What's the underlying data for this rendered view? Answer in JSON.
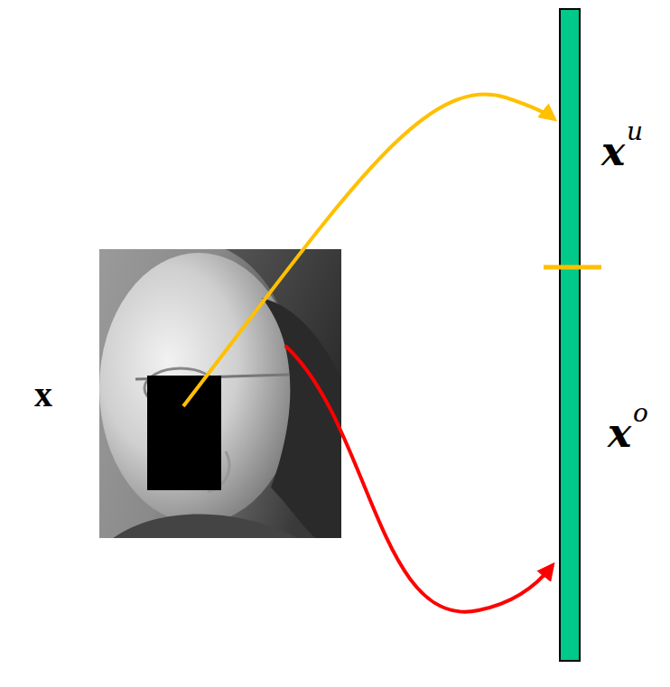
{
  "diagram": {
    "labels": [
      "x",
      "x",
      "u",
      "x",
      "o"
    ]
  }
}
